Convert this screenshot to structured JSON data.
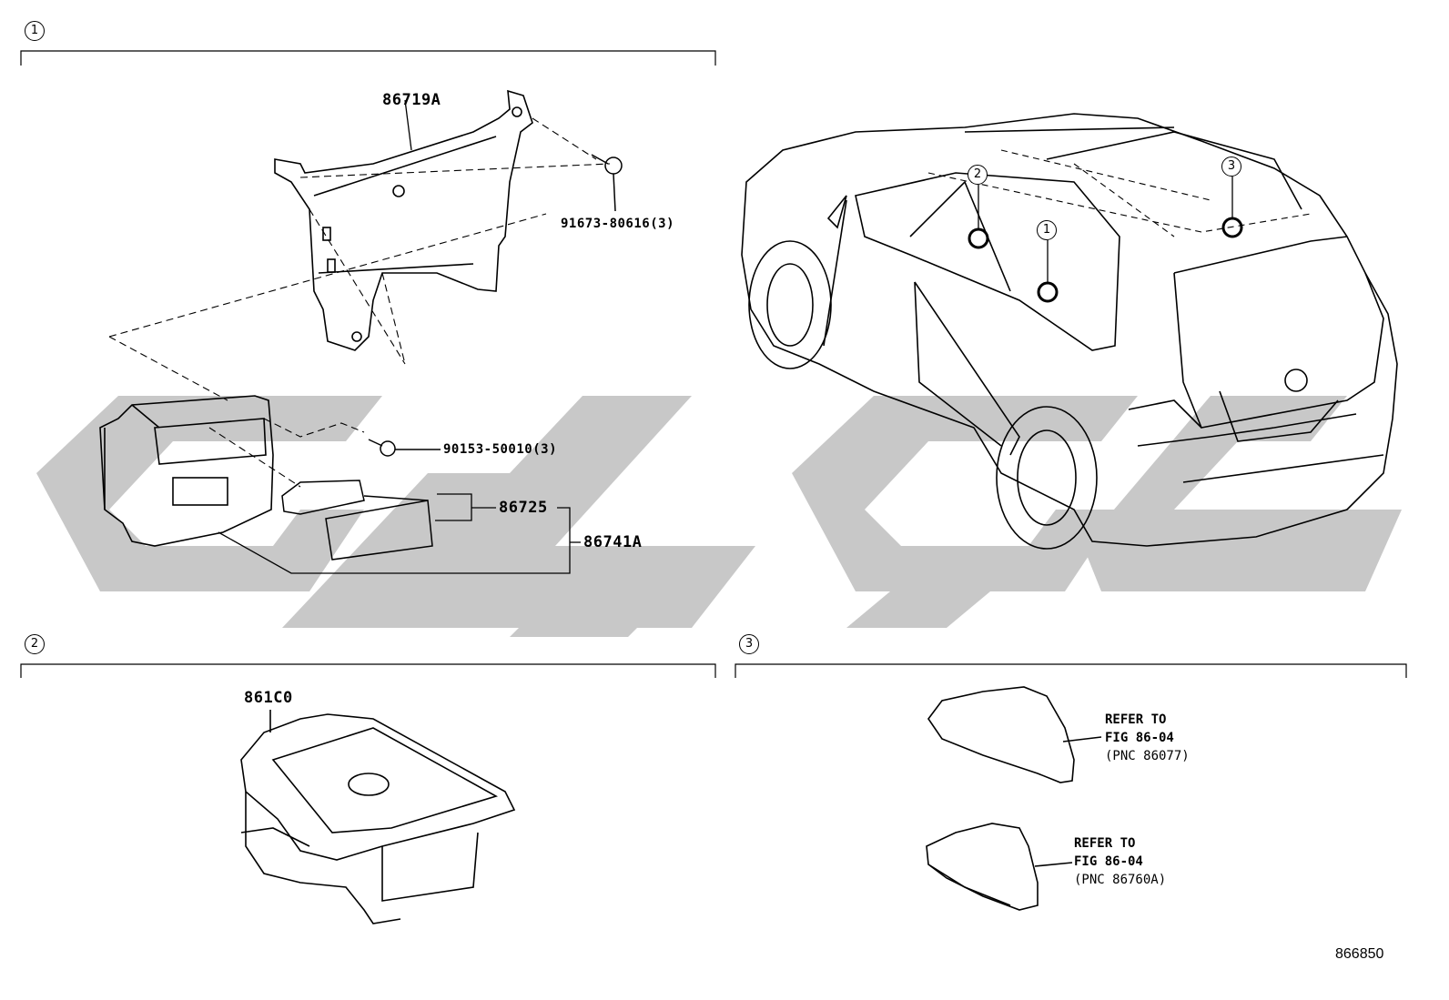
{
  "sections": [
    {
      "id": "1"
    },
    {
      "id": "2"
    },
    {
      "id": "3"
    }
  ],
  "parts": {
    "p86719A": "86719A",
    "p91673": "91673-80616(3)",
    "p90153": "90153-50010(3)",
    "p86725": "86725",
    "p86741A": "86741A",
    "p861C0": "861C0"
  },
  "refers": [
    {
      "line1": "REFER TO",
      "line2": "FIG 86-04",
      "line3": "(PNC 86077)"
    },
    {
      "line1": "REFER TO",
      "line2": "FIG 86-04",
      "line3": "(PNC 86760A)"
    }
  ],
  "vehicle_callouts": [
    "2",
    "1",
    "3"
  ],
  "diagram_id": "866850",
  "colors": {
    "line": "#000000",
    "watermark": "#c8c8c8",
    "background": "#ffffff"
  }
}
